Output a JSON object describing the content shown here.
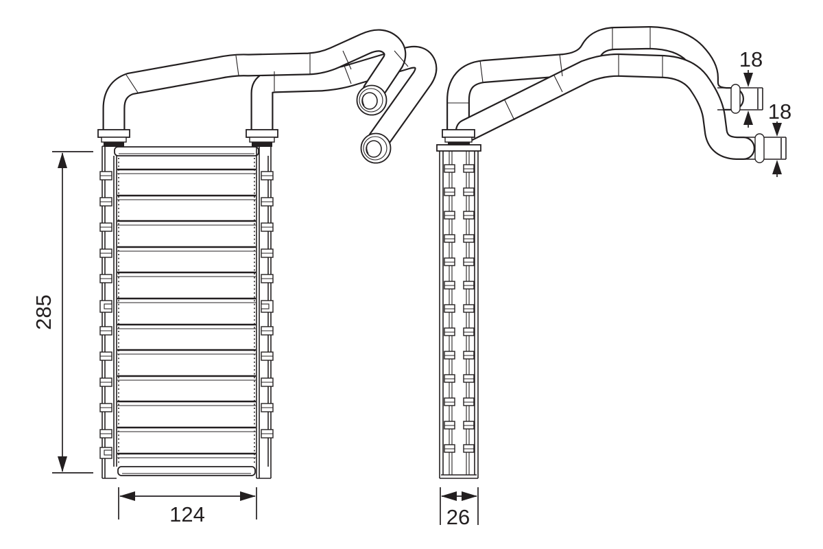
{
  "drawing": {
    "background": "#ffffff",
    "line_color": "#231f20",
    "type": "technical-drawing-heater-core",
    "dimensions": {
      "height": "285",
      "width": "124",
      "depth": "26",
      "pipe_top": "18",
      "pipe_bottom": "18"
    }
  }
}
